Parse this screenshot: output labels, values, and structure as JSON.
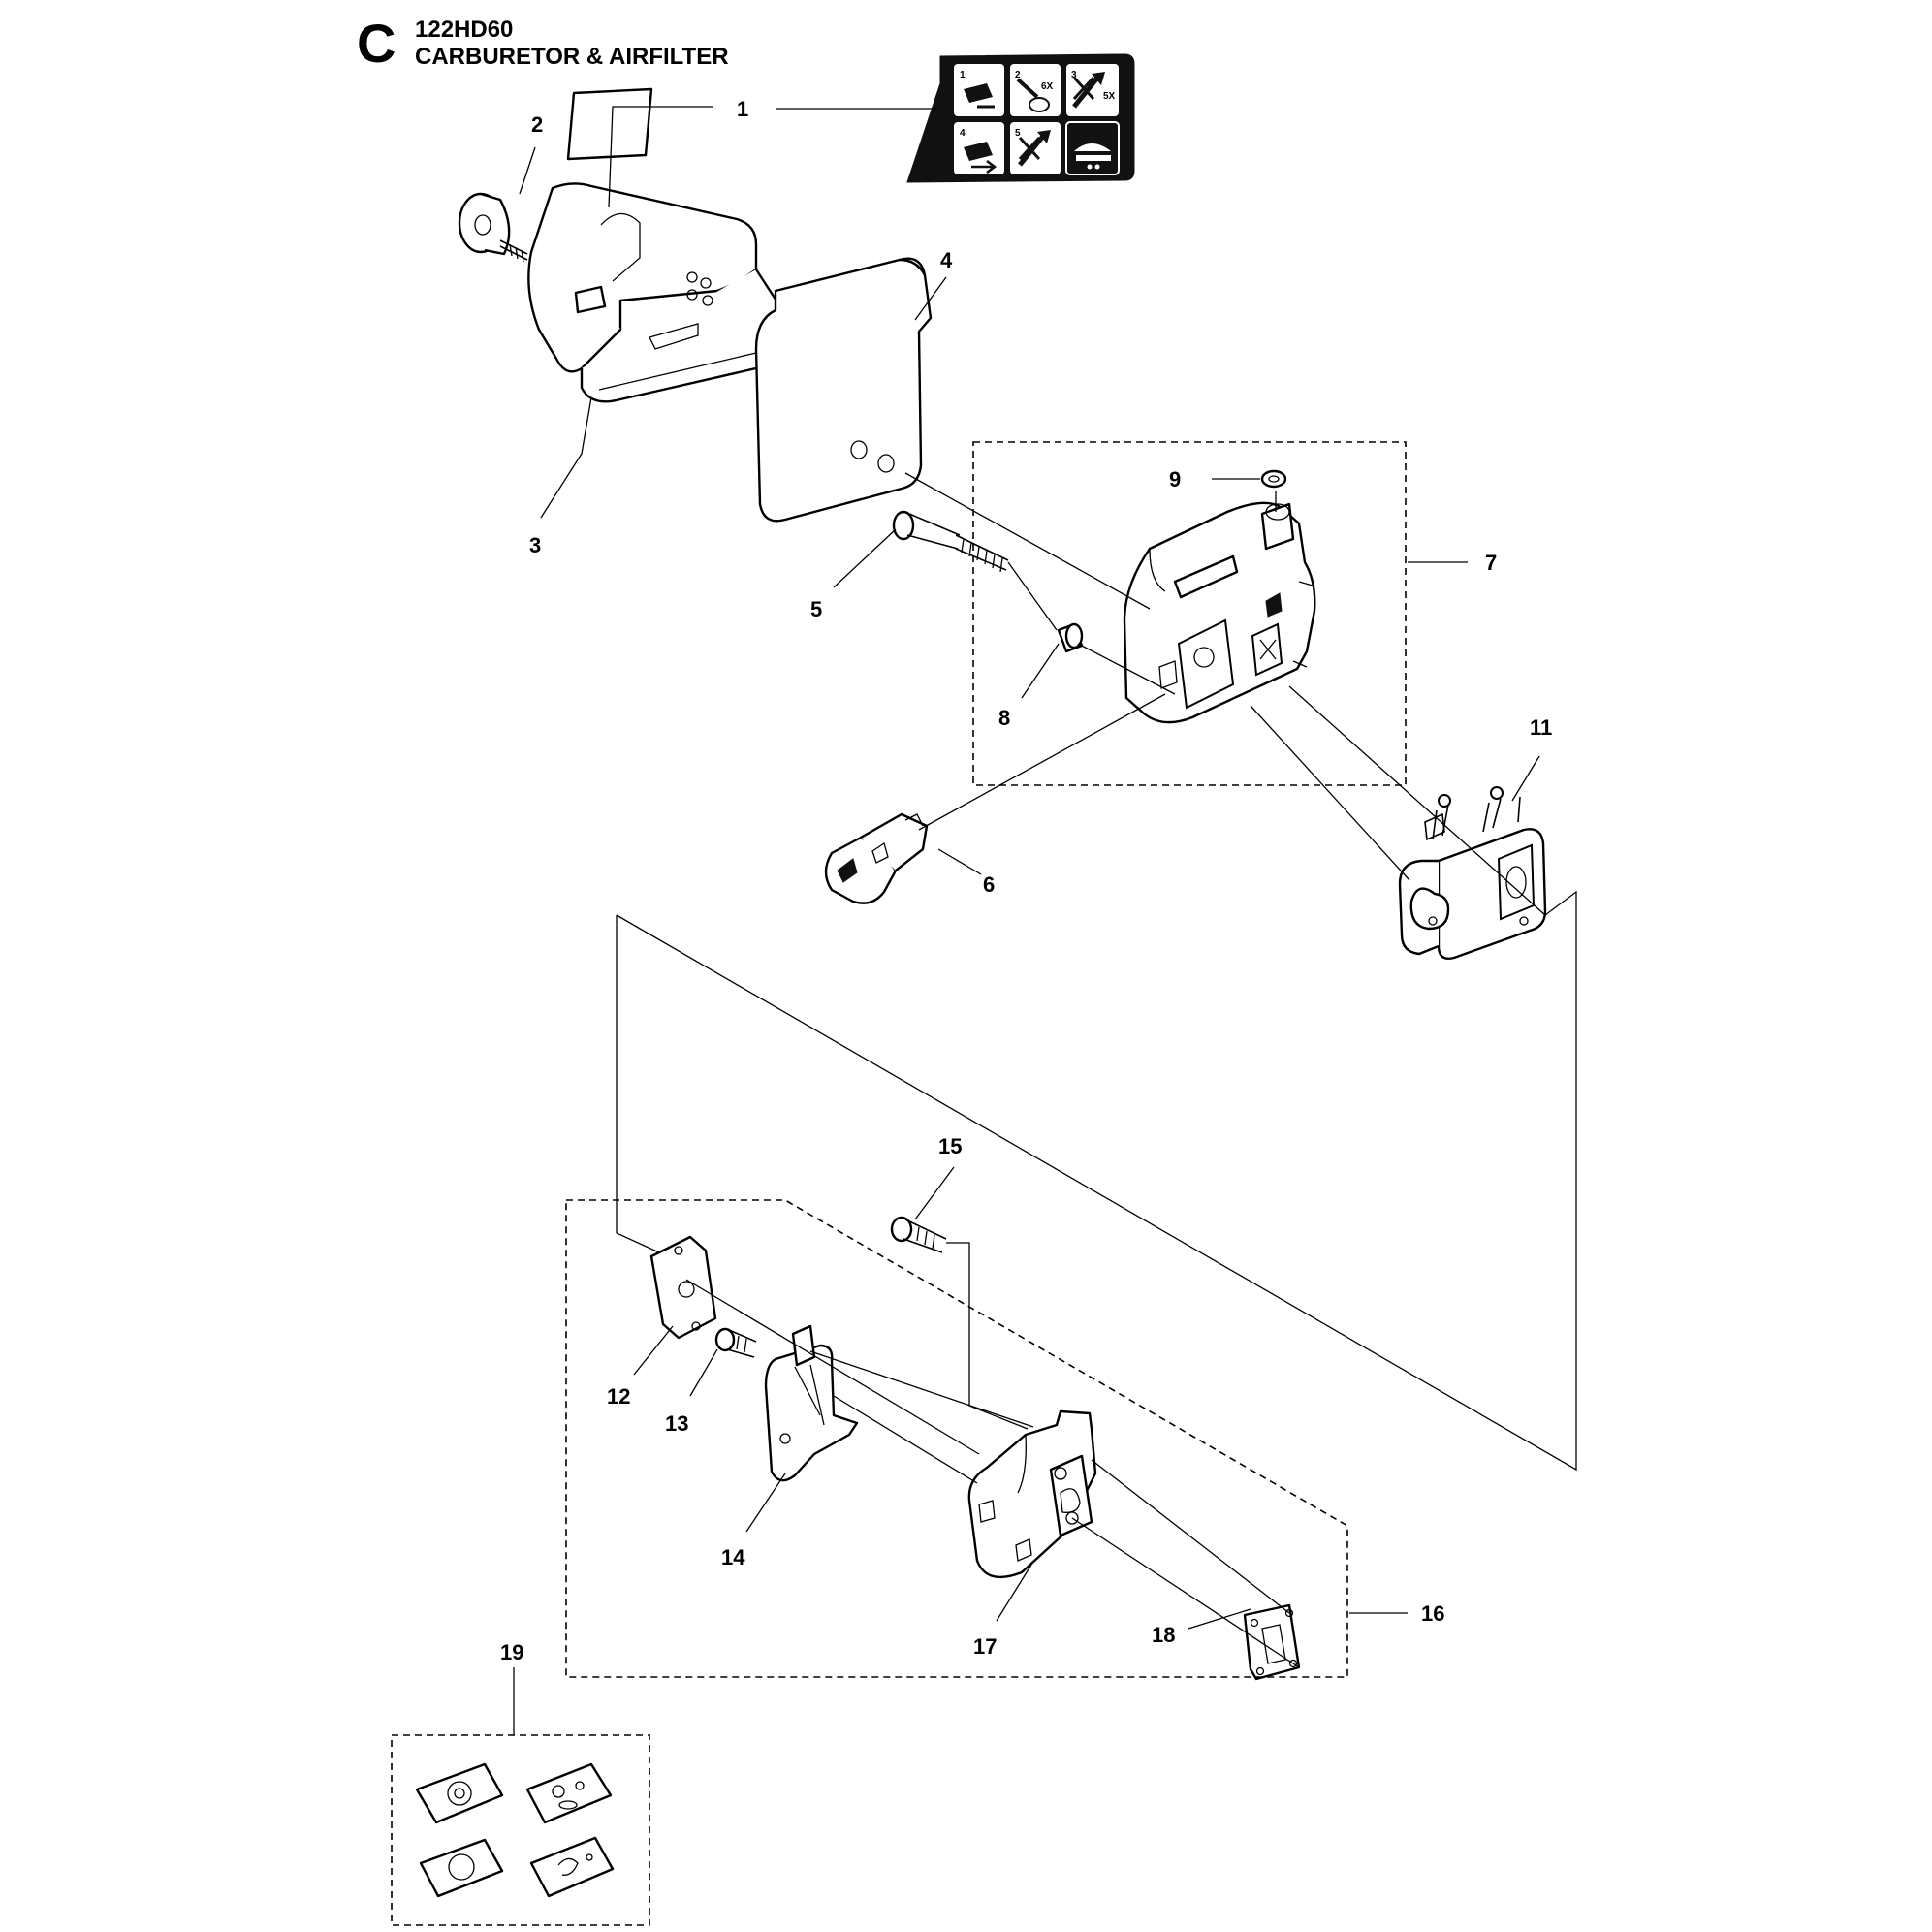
{
  "header": {
    "section_letter": "C",
    "model": "122HD60",
    "subtitle": "CARBURETOR & AIRFILTER"
  },
  "callouts": [
    "1",
    "2",
    "3",
    "4",
    "5",
    "6",
    "7",
    "8",
    "9",
    "11",
    "12",
    "13",
    "14",
    "15",
    "16",
    "17",
    "18",
    "19"
  ],
  "decal": {
    "step_marks": [
      "1",
      "2",
      "3",
      "4",
      "5"
    ],
    "counts": [
      "6X",
      "5X"
    ]
  },
  "colors": {
    "ink": "#000000",
    "paper": "#ffffff",
    "decal_background": "#111111"
  }
}
